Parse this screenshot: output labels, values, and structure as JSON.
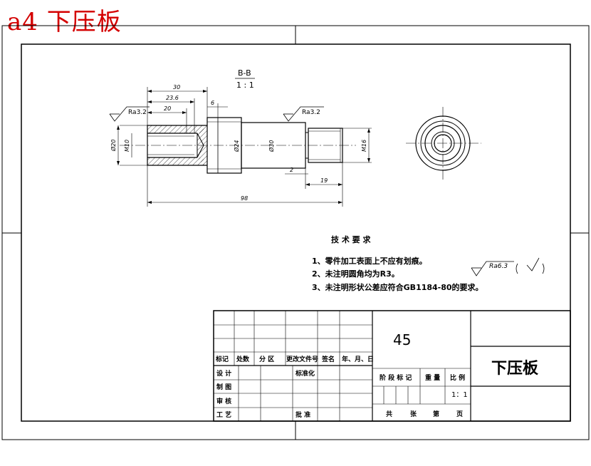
{
  "header_title": "a4 下压板",
  "section_view": {
    "label": "B-B",
    "scale": "1 : 1"
  },
  "dimensions": {
    "d30": "30",
    "d23_6": "23.6",
    "d20": "20",
    "d6": "6",
    "d2": "2",
    "d19": "19",
    "d98": "98",
    "dia20": "Ø20",
    "m10": "M10",
    "dia24": "Ø24",
    "dia30": "Ø30",
    "m16": "M16"
  },
  "roughness": {
    "left": "Ra3.2",
    "right": "Ra3.2",
    "general": "Ra6.3"
  },
  "tech_requirements": {
    "heading": "技 术 要 求",
    "items": [
      "1、零件加工表面上不应有划痕。",
      "2、未注明圆角均为R3。",
      "3、未注明形状公差应符合GB1184-80的要求。"
    ]
  },
  "title_block": {
    "material": "45",
    "part_name": "下压板",
    "rev_headers": [
      "标记",
      "处数",
      "分 区",
      "更改文件号",
      "签名",
      "年、月、日"
    ],
    "roles": [
      "设 计",
      "制 图",
      "审 核",
      "工 艺"
    ],
    "standardization": "标准化",
    "approve": "批 准",
    "stage_headers": [
      "阶 段 标 记",
      "重 量",
      "比 例"
    ],
    "scale": "1：1",
    "sheet_footer": [
      "共",
      "张",
      "第",
      "页"
    ]
  }
}
